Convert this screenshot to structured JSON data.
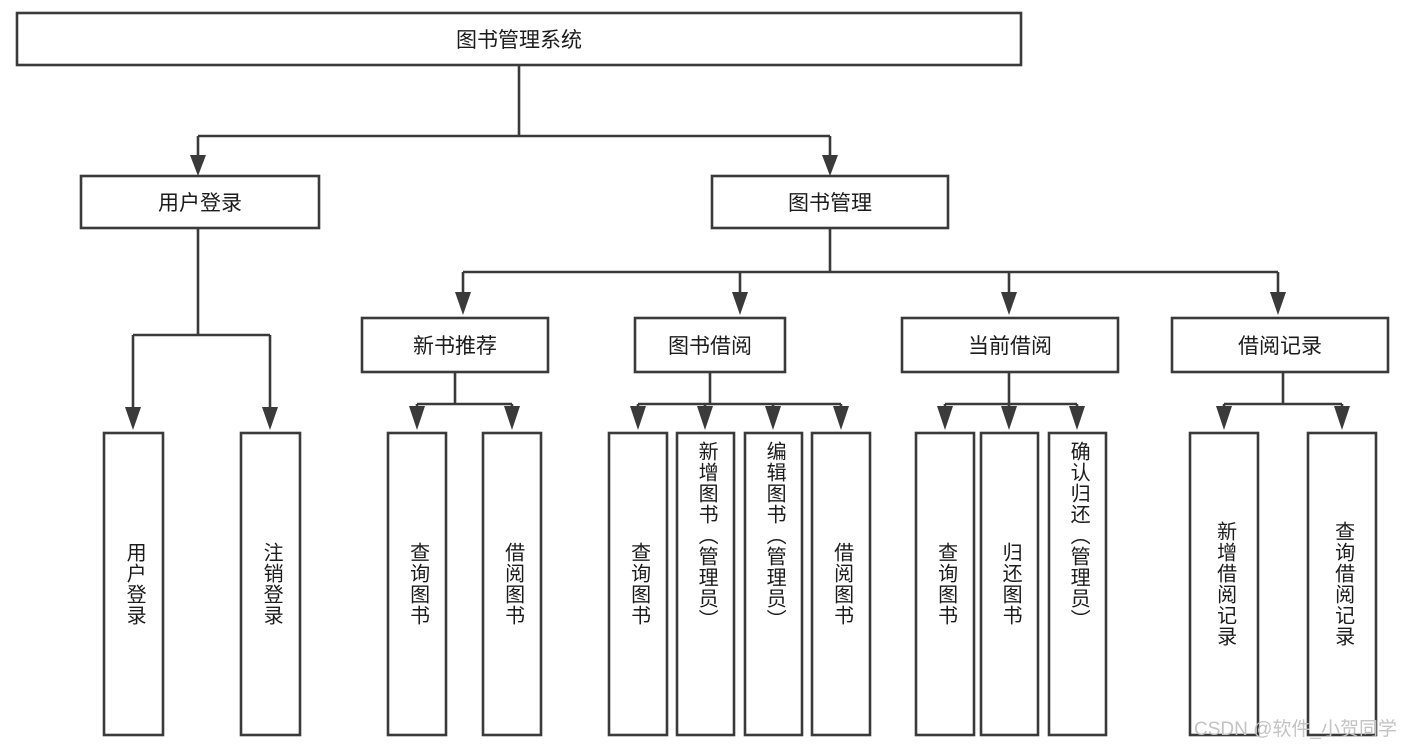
{
  "diagram": {
    "type": "hierarchy-tree",
    "title_node": {
      "label": "图书管理系统"
    },
    "level2": [
      {
        "id": "user-login",
        "label": "用户登录"
      },
      {
        "id": "book-management",
        "label": "图书管理"
      }
    ],
    "level3": [
      {
        "id": "new-book-recommend",
        "label": "新书推荐"
      },
      {
        "id": "book-borrow",
        "label": "图书借阅"
      },
      {
        "id": "current-borrow",
        "label": "当前借阅"
      },
      {
        "id": "borrow-record",
        "label": "借阅记录"
      }
    ],
    "leaves": {
      "user_login": [
        {
          "id": "leaf-user-login",
          "label": "用户登录"
        },
        {
          "id": "leaf-logout-login",
          "label": "注销登录"
        }
      ],
      "new_book_recommend": [
        {
          "id": "leaf-query-book-1",
          "label": "查询图书"
        },
        {
          "id": "leaf-borrow-book-1",
          "label": "借阅图书"
        }
      ],
      "book_borrow": [
        {
          "id": "leaf-query-book-2",
          "label": "查询图书"
        },
        {
          "id": "leaf-add-book",
          "label": "新增图书（管理员）"
        },
        {
          "id": "leaf-edit-book",
          "label": "编辑图书（管理员）"
        },
        {
          "id": "leaf-borrow-book-2",
          "label": "借阅图书"
        }
      ],
      "current_borrow": [
        {
          "id": "leaf-query-book-3",
          "label": "查询图书"
        },
        {
          "id": "leaf-return-book",
          "label": "归还图书"
        },
        {
          "id": "leaf-confirm-return",
          "label": "确认归还（管理员）"
        }
      ],
      "borrow_record": [
        {
          "id": "leaf-add-record",
          "label": "新增借阅记录"
        },
        {
          "id": "leaf-query-record",
          "label": "查询借阅记录"
        }
      ]
    },
    "watermark": "CSDN @软件_小贺同学",
    "colors": {
      "stroke": "#3a3a3a",
      "fill": "#ffffff",
      "text": "#1b1b1b",
      "watermark": "#c3c3c3",
      "background": "#ffffff"
    }
  }
}
